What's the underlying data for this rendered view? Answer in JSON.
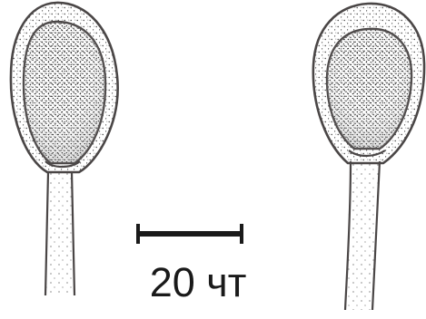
{
  "scale_bar": {
    "label": "20 чт"
  },
  "colors": {
    "outline": "#4a4646",
    "stipple": "#2a2a2a",
    "ink": "#1a1a1a",
    "background": "#ffffff"
  },
  "figures": [
    {
      "name": "left-cell"
    },
    {
      "name": "right-cell"
    }
  ]
}
